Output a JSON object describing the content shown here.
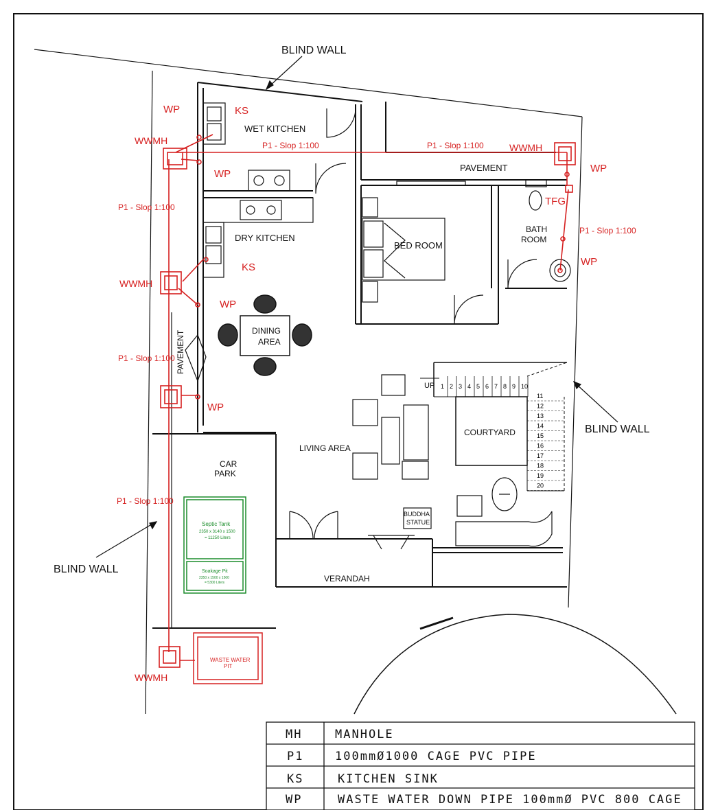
{
  "labels": {
    "blind_wall_top": "BLIND WALL",
    "blind_wall_right": "BLIND WALL",
    "blind_wall_left": "BLIND WALL",
    "wet_kitchen": "WET KITCHEN",
    "dry_kitchen": "DRY KITCHEN",
    "pavement_top": "PAVEMENT",
    "pavement_side": "PAVEMENT",
    "bed_room": "BED ROOM",
    "bath_room_1": "BATH",
    "bath_room_2": "ROOM",
    "dining_1": "DINING",
    "dining_2": "AREA",
    "living_area": "LIVING AREA",
    "courtyard": "COURTYARD",
    "car_park_1": "CAR",
    "car_park_2": "PARK",
    "verandah": "VERANDAH",
    "buddha_1": "BUDDHA",
    "buddha_2": "STATUE",
    "up": "UP",
    "septic_title": "Septic Tank",
    "septic_dims": "2350 x 3140 x 1500",
    "septic_cap": "= 11250 Liters",
    "soakage_title": "Soakage Pit",
    "soakage_dims": "2350 x 1500 x 1500",
    "soakage_cap": "= 5300 Liters",
    "waste_pit_1": "WASTE WATER",
    "waste_pit_2": "PIT"
  },
  "plumbing": {
    "wp": "WP",
    "ks": "KS",
    "wwmh": "WWMH",
    "tfg": "TFG",
    "slope": "P1 - Slop 1:100"
  },
  "stairs": [
    "1",
    "2",
    "3",
    "4",
    "5",
    "6",
    "7",
    "8",
    "9",
    "10",
    "11",
    "12",
    "13",
    "14",
    "15",
    "16",
    "17",
    "18",
    "19",
    "20"
  ],
  "legend": [
    {
      "code": "MH",
      "desc": "MANHOLE"
    },
    {
      "code": "P1",
      "desc": "100mmØ1000 CAGE PVC PIPE"
    },
    {
      "code": "KS",
      "desc": "KITCHEN SINK"
    },
    {
      "code": "WP",
      "desc": "WASTE WATER DOWN PIPE 100mmØ PVC 800 CAGE"
    }
  ],
  "colors": {
    "plumbing": "#d62020",
    "septic": "#1a8c2a",
    "walls": "#111111"
  }
}
